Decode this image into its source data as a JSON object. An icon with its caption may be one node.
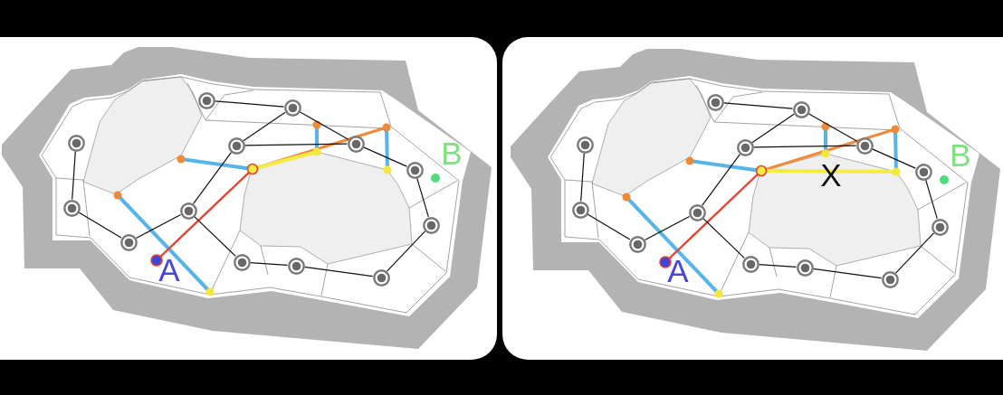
{
  "diagram": {
    "nodes": [
      {
        "text": [],
        "shape": "circle"
      },
      {
        "text": [],
        "shape": "circle"
      },
      {
        "text": [],
        "shape": "circle"
      },
      {
        "text": [],
        "shape": "circle"
      },
      {
        "text": [],
        "shape": "circle"
      },
      {
        "text": [],
        "shape": "circle"
      },
      {
        "text": [],
        "shape": "circle"
      },
      {
        "text": [],
        "shape": "circle"
      },
      {
        "text": [],
        "shape": "circle"
      },
      {
        "text": [],
        "shape": "circle"
      },
      {
        "text": [],
        "shape": "circle"
      },
      {
        "text": [],
        "shape": "circle"
      },
      {
        "text": [],
        "shape": "circle"
      },
      {
        "text": [],
        "shape": "circle"
      },
      {
        "text": [],
        "shape": "circle"
      },
      {
        "text": [],
        "shape": "circle"
      },
      {
        "text": [],
        "shape": "circle"
      },
      {
        "text": [],
        "shape": "circle"
      },
      {
        "text": [],
        "shape": "circle"
      },
      {
        "text": [],
        "shape": "circle"
      },
      {
        "text": [],
        "shape": "circle"
      },
      {
        "text": [],
        "shape": "circle"
      },
      {
        "text": [],
        "shape": "circle"
      },
      {
        "text": [],
        "shape": "circle"
      },
      {
        "text": [],
        "shape": "circle"
      },
      {
        "text": [],
        "shape": "circle"
      }
    ],
    "edges": [
      {
        "from": 0,
        "to": 1,
        "arrow": "none"
      },
      {
        "from": 1,
        "to": 3,
        "arrow": "none"
      },
      {
        "from": 1,
        "to": 4,
        "arrow": "none"
      },
      {
        "from": 3,
        "to": 4,
        "arrow": "none"
      },
      {
        "from": 3,
        "to": 7,
        "arrow": "none"
      },
      {
        "from": 2,
        "to": 6,
        "arrow": "none"
      },
      {
        "from": 6,
        "to": 8,
        "arrow": "none"
      },
      {
        "from": 8,
        "to": 7,
        "arrow": "none"
      },
      {
        "from": 7,
        "to": 10,
        "arrow": "none"
      },
      {
        "from": 10,
        "to": 11,
        "arrow": "none"
      },
      {
        "from": 11,
        "to": 12,
        "arrow": "none"
      },
      {
        "from": 12,
        "to": 9,
        "arrow": "none"
      },
      {
        "from": 9,
        "to": 5,
        "arrow": "none"
      },
      {
        "from": 4,
        "to": 5,
        "arrow": "none"
      },
      {
        "from": 13,
        "to": 14,
        "arrow": "none"
      },
      {
        "from": 14,
        "to": 16,
        "arrow": "none"
      },
      {
        "from": 14,
        "to": 17,
        "arrow": "none"
      },
      {
        "from": 16,
        "to": 17,
        "arrow": "none"
      },
      {
        "from": 16,
        "to": 20,
        "arrow": "none"
      },
      {
        "from": 15,
        "to": 19,
        "arrow": "none"
      },
      {
        "from": 19,
        "to": 21,
        "arrow": "none"
      },
      {
        "from": 21,
        "to": 20,
        "arrow": "none"
      },
      {
        "from": 20,
        "to": 23,
        "arrow": "none"
      },
      {
        "from": 23,
        "to": 24,
        "arrow": "none"
      },
      {
        "from": 24,
        "to": 25,
        "arrow": "none"
      },
      {
        "from": 25,
        "to": 22,
        "arrow": "none"
      },
      {
        "from": 22,
        "to": 18,
        "arrow": "none"
      },
      {
        "from": 17,
        "to": 18,
        "arrow": "none"
      }
    ],
    "labels": [
      "B",
      "A",
      "B",
      "X",
      "A"
    ]
  }
}
